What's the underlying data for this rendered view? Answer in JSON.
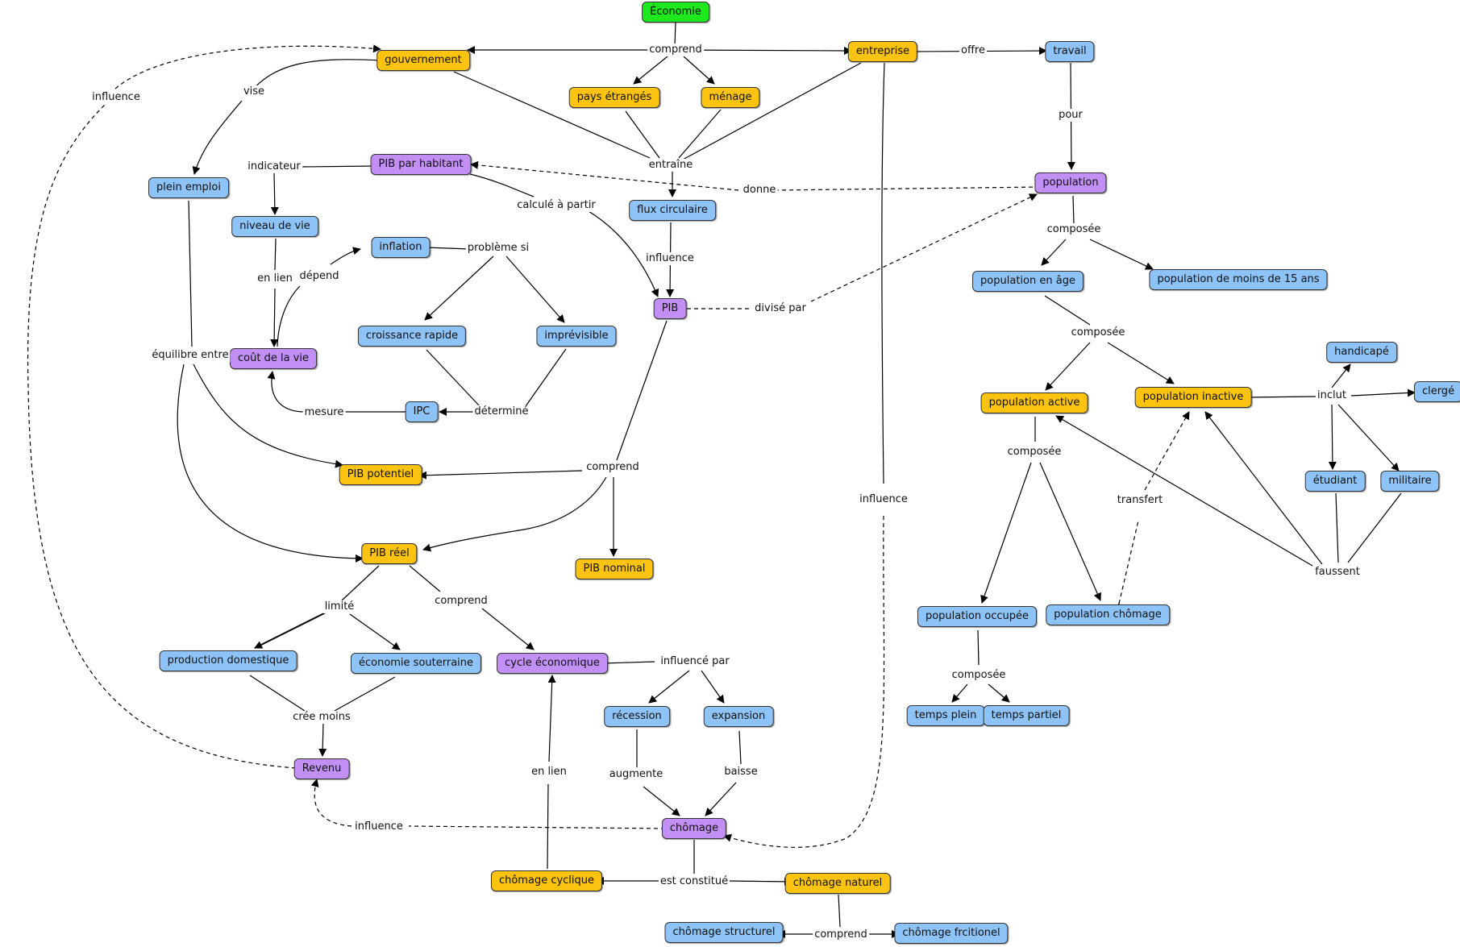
{
  "colors": {
    "blue": "#8ec3f7",
    "yellow": "#fcc311",
    "purple": "#c290f5",
    "green": "#1ee81e"
  },
  "nodes": {
    "economie": "Économie",
    "gouvernement": "gouvernement",
    "entreprise": "entreprise",
    "travail": "travail",
    "pays_etranges": "pays étrangés",
    "menage": "ménage",
    "plein_emploi": "plein emploi",
    "pib_par_habitant": "PIB par habitant",
    "population": "population",
    "flux_circulaire": "flux circulaire",
    "niveau_de_vie": "niveau de vie",
    "inflation": "inflation",
    "pib": "PIB",
    "population_en_age": "population en âge",
    "population_moins_15": "population de moins de 15 ans",
    "croissance_rapide": "croissance rapide",
    "imprevisible": "imprévisible",
    "cout_de_la_vie": "coût de la vie",
    "handicape": "handicapé",
    "clerge": "clergé",
    "population_active": "population active",
    "population_inactive": "population inactive",
    "ipc": "IPC",
    "pib_potentiel": "PIB potentiel",
    "etudiant": "étudiant",
    "militaire": "militaire",
    "pib_reel": "PIB réel",
    "pib_nominal": "PIB nominal",
    "population_occupee": "population occupée",
    "population_chomage": "population chômage",
    "production_domestique": "production domestique",
    "economie_souterraine": "économie souterraine",
    "cycle_economique": "cycle économique",
    "recession": "récession",
    "expansion": "expansion",
    "temps_plein": "temps plein",
    "temps_partiel": "temps partiel",
    "revenu": "Revenu",
    "chomage": "chômage",
    "chomage_cyclique": "chômage cyclique",
    "chomage_naturel": "chômage naturel",
    "chomage_structurel": "chômage structurel",
    "chomage_frcitionel": "chômage frcitionel"
  },
  "labels": {
    "comprend_top": "comprend",
    "offre": "offre",
    "influence_left": "influence",
    "vise": "vise",
    "pour": "pour",
    "indicateur": "indicateur",
    "entraine": "entraîne",
    "donne": "donne",
    "calcule_a_partir": "calculé à partir",
    "composee_1": "composée",
    "probleme_si": "problème si",
    "influence_flux": "influence",
    "en_lien_1": "en lien",
    "depend": "dépend",
    "divise_par": "divisé par",
    "composee_2": "composée",
    "equilibre_entre": "équilibre entre",
    "inclut": "inclut",
    "mesure": "mesure",
    "determine": "déterminé",
    "composee_3": "composée",
    "comprend_pib": "comprend",
    "influence_right": "influence",
    "transfert": "transfert",
    "faussent": "faussent",
    "limite": "limité",
    "comprend_reel": "comprend",
    "influence_par": "influencé par",
    "composee_4": "composée",
    "cree_moins": "crée moins",
    "en_lien_2": "en lien",
    "augmente": "augmente",
    "baisse": "baisse",
    "influence_bottom": "influence",
    "est_constitue": "est constitué",
    "comprend_bottom": "comprend"
  }
}
